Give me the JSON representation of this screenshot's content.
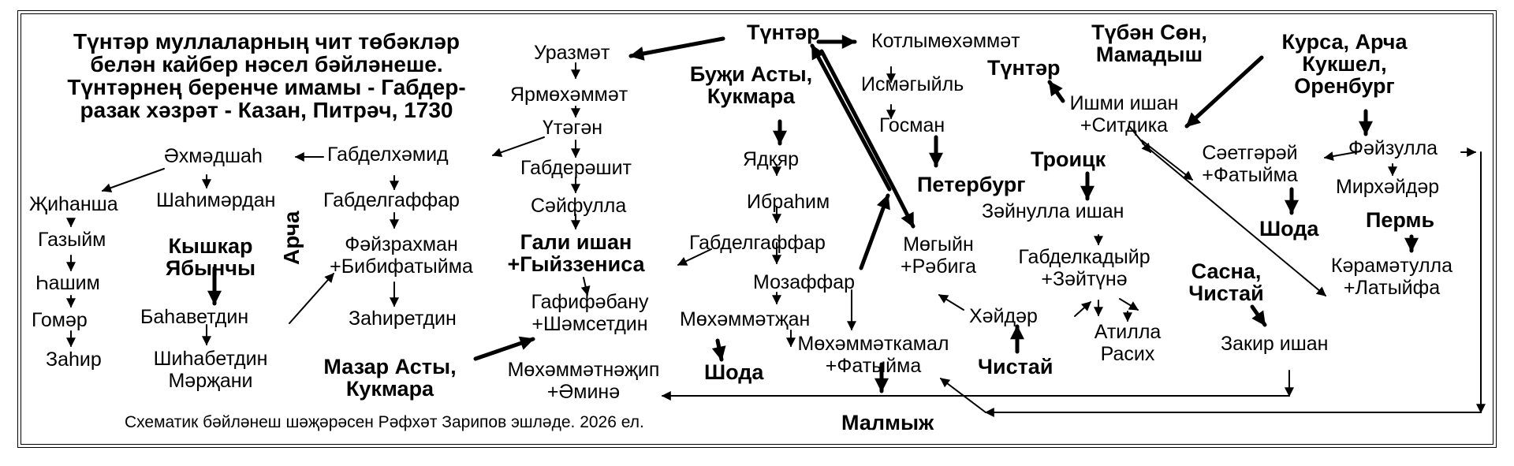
{
  "title_lines": [
    "Түнтәр муллаларның чит төбәкләр",
    "белән кайбер нәсел бәйләнеше.",
    "Түнтәрнең беренче имамы - Габдер-",
    "разак хәзрәт - Казан, Питрәч, 1730"
  ],
  "caption": "Схематик бәйләнеш шәҗәрәсен Рәфхәт Зарипов эшләде. 2026 ел.",
  "nodes": {
    "tunter_top": "Түнтәр",
    "urazmet": "Уразмәт",
    "yarmuhammat": "Ярмөхәммәт",
    "utegen": "Үтәгән",
    "gabdelhamid": "Габделхәмид",
    "ahmadsha": "Әхмәдшаһ",
    "zhihansha": "Җиһанша",
    "gazyim": "Газыйм",
    "hashim": "Һашим",
    "gomer": "Гомәр",
    "zahir": "Заһир",
    "shahimardan": "Шаһимәрдан",
    "kyshkar_1": "Кышкар",
    "kyshkar_2": "Ябынчы",
    "bahavetdin": "Баһаветдин",
    "shihabetdin_1": "Шиһабетдин",
    "shihabetdin_2": "Мәрҗани",
    "archa_vertical": "Арча",
    "gabdelgaffar_1": "Габделгаффар",
    "fayzrahman_1": "Фәйзрахман",
    "fayzrahman_2": "+Бибифатыйма",
    "zahiretdin": "Заһиретдин",
    "gabderashit": "Габдерәшит",
    "sayfulla": "Сәйфулла",
    "gali_1": "Гали ишан",
    "gali_2": "+Гыйззениса",
    "gafifabanu_1": "Гафифәбану",
    "gafifabanu_2": "+Шәмсетдин",
    "mazar_1": "Мазар Асты,",
    "mazar_2": "Кукмара",
    "muhammatnazhip_1": "Мөхәммәтнәҗип",
    "muhammatnazhip_2": "+Әминә",
    "buzhi_1": "Буҗи Асты,",
    "buzhi_2": "Кукмара",
    "yadkyar": "Ядкяр",
    "ibrahim": "Ибраһим",
    "gabdelgaffar_2": "Габделгаффар",
    "mozaffar": "Мозаффар",
    "muhammatzhan": "Мөхәммәтҗан",
    "shoda_1": "Шода",
    "muhammatkamal_1": "Мөхәммәткамал",
    "muhammatkamal_2": "+Фатыйма",
    "malmyzh": "Малмыж",
    "kotlymuhammat": "Котлымөхәммәт",
    "ismagyil": "Исмәгыйль",
    "gosman": "Госман",
    "peterburg": "Петербург",
    "mogyin_1": "Мөгыйн",
    "mogyin_2": "+Рәбига",
    "haydar": "Хәйдәр",
    "chistay": "Чистай",
    "tunter_2": "Түнтәр",
    "tuben_1": "Түбән Сөн,",
    "tuben_2": "Мамадыш",
    "ishmi_1": "Ишми ишан",
    "ishmi_2": "+Ситдика",
    "troitsk": "Троицк",
    "zaynulla": "Зәйнулла ишан",
    "gabdelkadyir_1": "Габделкадыйр",
    "gabdelkadyir_2": "+Зәйтүнә",
    "atilla_1": "Атилла",
    "atilla_2": "Расих",
    "kursa_1": "Курса, Арча",
    "kursa_2": "Кукшел,",
    "kursa_3": "Оренбург",
    "saetgaray_1": "Сәетгәрәй",
    "saetgaray_2": "+Фатыйма",
    "shoda_2": "Шода",
    "fayzulla": "Фәйзулла",
    "mirhaydar": "Мирхәйдәр",
    "perm": "Пермь",
    "karamatulla_1": "Кәрамәтулла",
    "karamatulla_2": "+Латыйфа",
    "sasna_1": "Сасна,",
    "sasna_2": "Чистай",
    "zakir": "Закир ишан"
  }
}
